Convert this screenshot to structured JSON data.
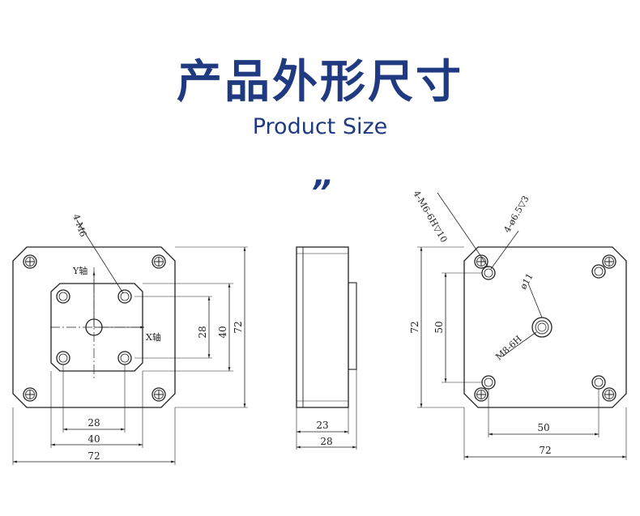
{
  "header": {
    "title": "产品外形尺寸",
    "subtitle": "Product Size",
    "accent_mark": "”"
  },
  "colors": {
    "title": "#1f3a80",
    "line": "#222222"
  },
  "views": {
    "front": {
      "callout_thread": "4-M6",
      "axis_y": "Y轴",
      "axis_x": "X轴",
      "dims": {
        "h28": "28",
        "h40": "40",
        "h72": "72",
        "w28": "28",
        "w40": "40",
        "w72": "72"
      }
    },
    "side": {
      "dims": {
        "w23": "23",
        "w28": "28"
      }
    },
    "back": {
      "callout_tapped": "4-M6-6H▽10",
      "callout_hole": "4-ø6.5▽3",
      "center_dia": "ø11",
      "center_thread": "M8-6H",
      "dims": {
        "v50": "50",
        "v72": "72",
        "w50": "50",
        "w72": "72"
      }
    }
  }
}
